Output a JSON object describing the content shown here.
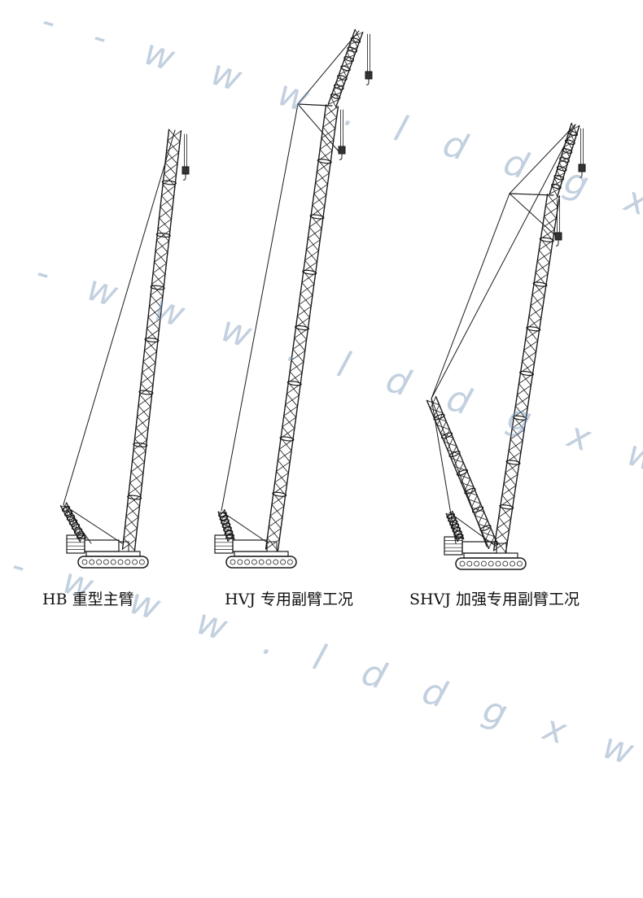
{
  "captions": {
    "hb": "HB 重型主臂",
    "hvj": "HVJ 专用副臂工况",
    "shvj": "SHVJ 加强专用副臂工况"
  },
  "watermark": {
    "text": "- - w w w . l d d g x w . c o m - - -"
  },
  "colors": {
    "line": "#1a1a1a",
    "watermark": "#7f9dbd"
  }
}
